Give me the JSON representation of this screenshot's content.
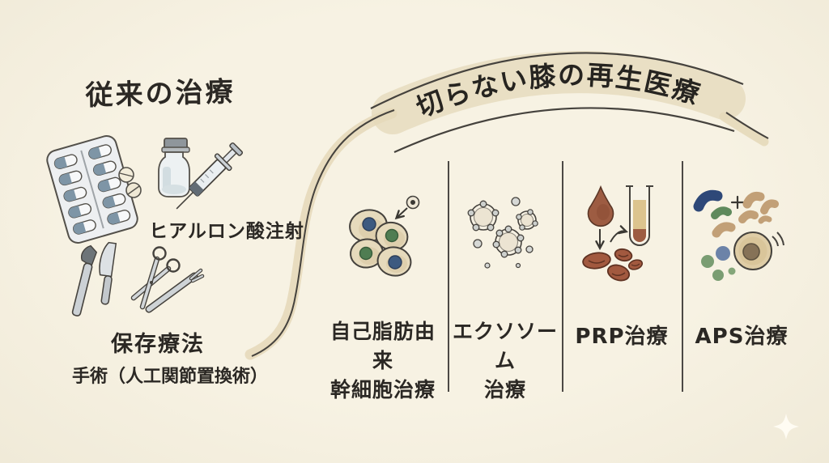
{
  "scene": {
    "background": "#f5efe0",
    "ink": "#45423d",
    "text_color": "#2b2824"
  },
  "conventional": {
    "title": "従来の治療",
    "injection_label": "ヒアルロン酸注射",
    "conservative_label": "保存療法",
    "surgery_label": "手術（人工関節置換術）",
    "icons": [
      "pill-blister",
      "tablets",
      "medicine-vial",
      "syringe",
      "scalpel",
      "surgical-knife",
      "scissors",
      "forceps"
    ]
  },
  "banner": {
    "title": "切らない膝の再生医療",
    "band_color": "#e9dfc4"
  },
  "treatments": [
    {
      "line1": "自己脂肪由来",
      "line2": "幹細胞治療",
      "icon": "stem-cells"
    },
    {
      "line1": "エクソソーム",
      "line2": "治療",
      "icon": "exosomes"
    },
    {
      "line1": "PRP治療",
      "icon": "blood-drop-and-test-tube"
    },
    {
      "line1": "APS治療",
      "icon": "cytokines-and-cell"
    }
  ],
  "palette": {
    "nucleus_blue": "#3d5a80",
    "nucleus_green": "#4f7d52",
    "cell_body_tan": "#e6dabc",
    "blood_red_brown": "#9d5c42",
    "plasma_yellow": "#dcc48e",
    "bean_navy": "#2e4878",
    "bean_green": "#5f8a5c",
    "bean_tan": "#c2a077",
    "capsule_blue": "#7e95a6"
  },
  "decor": {
    "sparkle": "four-point-star"
  }
}
